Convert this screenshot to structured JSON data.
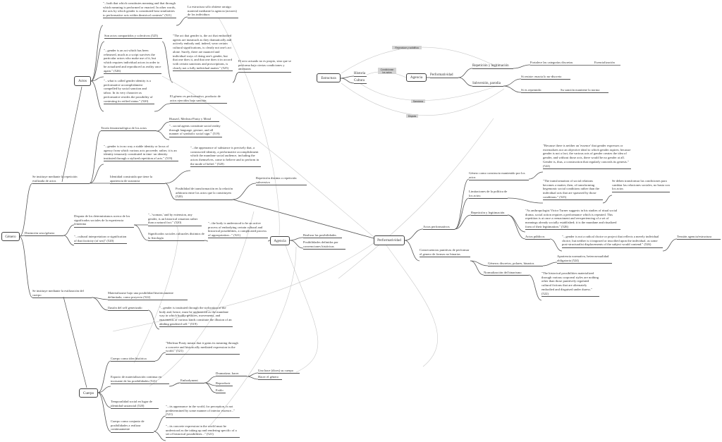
{
  "roots": {
    "genero": "Género",
    "actos": "Actos",
    "cuerpo": "Cuerpo",
    "agencia": "Agencia",
    "performatividad": "Performatividad",
    "estructura": "Estructura",
    "agencia2": "Agencia"
  },
  "left": {
    "q_both": "\"...both that which constitutes meaning and that through which meaning is performed or enacted. In other words, the acts by which gender is constituted bear similarities to performative acts within theatrical contexts\" (521)",
    "estructura_arraigo": "La estructura sólo obtiene arraigo material mediante la agencia (actores) de los individuos",
    "son_actos": "Son actos compartidos y colectivos (525)",
    "q_rehearsed": "\"...gender is an act which has been rehearsed, much as a script survives the particular actors who make use of it, but which requires individual actors in order to be actualized and reproduced as reality once again.\" (526)",
    "q_act_that": "\"The act that gender is, the act that embodied agents are inasmuch as they dramatically and actively embody and, indeed, wear certain cultural significations, is clearly not one's act alone. Surely, there are nuanced and individual ways of doing one's gender, but that one does it, and that one does it in accord with certain sanctions and proscriptions, is clearly not a fully individual matter.\" (525)",
    "acto_actuado": "El acto actuado no es propio, sino que se performa bajo ciertas condiciones y amenazas",
    "q_what_called": "\"...what is called gender identity is a performative accomplishment compelled by social sanction and taboo. In its very character as performative resides the possibility of contesting its reified status.\" (520)",
    "genero_performativo": "El género es performativo, producto de actos ejercidos bajo sanción.",
    "teoria": "Teoría fenomenológica de los actos",
    "husserl": "Husserl, Merleau-Ponty y Mead",
    "q_social_agents": "\"...social agents constitute social reality through language, gesture, and all manner of symbolic social sign.\" (519)",
    "q_no_way": "\"...gender is in no way a stable identity or locus of agency from which various acts proceede; rather, it is an identity tenuously constituted in time -an identity instituted through a stylized repetition of acts.\" (519)",
    "se_instituye_rep": "Se instituye mediante la repetición estilizada de actos",
    "identidad": "Identidad construida que tiene la apariencia de sustancia",
    "q_appearance": "\"...the appearance of substance is precisely that, a constructed identity, a performative accomplishment which the mundane social audience, including the actors themselves, come to believe and to perform in the mode of belief.\" (520)",
    "posibilidad": "Posibilidad de transformación en la relación arbitraria entre los actos que la constituyen (520)",
    "repeticion_distinta": "Repetición distinta o repetición subversiva",
    "distincion": "Distinción sexo/género",
    "disputa": "Disputa de los determinismos acerca de los significados sociales de la experiencia femenina",
    "q_cultural": "\"...cultural interpretation or signification of that facticity (of sex)\" (520)",
    "q_woman": "\"...'woman,' and by extension, any gender, is an historical situation rather than a natural fact.\" (520)",
    "significados": "Significados sociales culturales distintos de la fisiología",
    "q_body": "\"...the body is understood to be an active process of embodying certain cultural and historical possibilities, a complicated process of appropriation...\" (521)",
    "realizar": "Realizar las posibilidades",
    "posibilidades_definidas": "Posibilidades definidas por convenciones históricas",
    "se_instituye_est": "Se instituye mediante la estilización del cuerpo",
    "materializarse": "Materializarse bajo una posibilidad históricamente delimitada, como proyecto (522)",
    "ilusion": "Ilusión del self generizado",
    "q_stylization": "\"...gender is instituted through the stylization of the body and, hence, must be understood as the mundane way in which bodily gestures, movements, and enactments of various kinds constitute the illusion of an abiding gendered self.\" (519)",
    "q_merleau": "\"Merleau-Ponty means that it gains its meaning through a concrete and historically mediated expression in the world.\" (521)",
    "cuerpo_idea": "Cuerpo como idea histórica",
    "espacio": "Espacio de materialización continua en incesante de las posibilidades (521)",
    "embodyment": "Embodyment",
    "dramatizar": "Dramatizar, hacer",
    "reproducir": "Reproducir",
    "estilo": "Estilo",
    "uno_hace": "Uno hace (dices) su cuerpo",
    "hacer_genero": "Hacer el género",
    "temporalidad": "Temporalidad social en lugar de identidad sustancial (520)",
    "q_its_appearance": "\"...its appearance in the world, for perception, is not predetermined by some manner of interior essence...\" (521)",
    "conjunto": "Cuerpo como conjunto de posibilidades a realizar continuamente",
    "q_concrete": "\"...its concrete expression in the world must be understood as the taking up and rendering specific of a set of historical possibilities...\" (521)"
  },
  "top": {
    "historia": "Historia",
    "cultura": "Cultura",
    "tag_condicionan": "Condicionan los actos",
    "tag_reproduce": "Reproduce y solidifica",
    "tag_sanciona": "Sanciona",
    "tag_disputa": "Disputa",
    "performatividad": "Performatividad",
    "repeticion": "Repetición y legitimación",
    "subversion": "Subversión, parodia",
    "fortalece": "Fortalece las categorías discretas",
    "esencializacion": "Esencialización",
    "si_resiste": "Si resiste: enacta lo no-discreto",
    "si_reprimido": "Si es reprimido:",
    "su_sancion": "Su sanción mantiene la norma"
  },
  "right": {
    "actos_perf": "Actos performativos",
    "genero_constructo": "Género como constructo mantenido por los actos",
    "q_because": "\"Because there is neither an 'essence' that gender expresses or externalizes nor an objective ideal to which gender aspires; because gender is not a fact, the various acts of gender creates the idea of gender, and without those acts, there would be no gender at all. Gender is, thus, a construction that regularly conceals its genesis.\" (522)",
    "limitaciones": "Limitaciones de la política de los actos:",
    "q_transformation": "\"The transformation of social relations becomes a matter, then, of transforming hegemonic social conditions rather than the individual acts that are spawned by those conditions.\" (525)",
    "se_deben": "Se deben transformar las condiciones para cambiar las relaciones sociales, no basta con los actos",
    "repeticion": "Repetición y legitimación",
    "q_turner": "\"As anthropologist Victor Turner suggests in his studies of ritual social drama, social action requires a performance which is repeated. This repetition is at once a reenactment and reexperiencing of a set of meanings already socially established; it is the mundane and ritualized form of their legitimation.\" (526)",
    "actos_publicos": "Actos públicos",
    "q_radical": "\"...gender is not a radical choice or project that reflects a merely individual choice, but neither is it imposed or inscribed upon the individual, as some post-structuralist displacements of the subject would contend.\" (526)",
    "tension": "Tensión agencia/estructura",
    "consecuencias": "Consecuencias punitivas de performar el genero de formas no binarias",
    "generos_discretos": "Géneros discretos, polares, binarios",
    "apariencia": "Apariencia normativa, heterosexualidad obligatoria (524)",
    "normalizacion": "Normalización del binarismo",
    "q_historical": "\"The historical possibilities materialized through various corporeal styles are nothing other than those punitively regulated cultural fictions that are alternately embodied and disguised under duress.\" (522)"
  }
}
